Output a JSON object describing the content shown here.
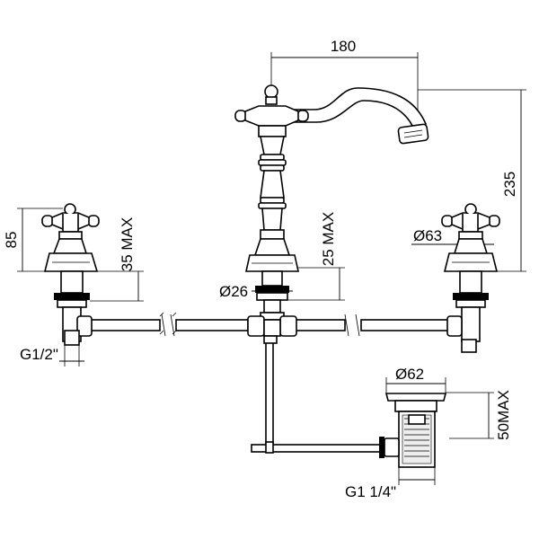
{
  "dimensions": {
    "spout_reach": "180",
    "total_height": "235",
    "handle_height": "85",
    "handle_max": "35 MAX",
    "spout_max": "25 MAX",
    "handle_dia": "Ø63",
    "spout_dia": "Ø26",
    "drain_dia": "Ø62",
    "drain_max": "50MAX",
    "inlet_thread": "G1/2\"",
    "drain_thread": "G1 1/4\""
  }
}
